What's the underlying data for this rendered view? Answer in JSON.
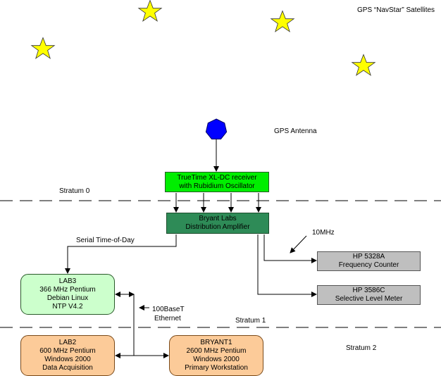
{
  "labels": {
    "satellites": "GPS “NavStar” Satellites",
    "antenna": "GPS Antenna",
    "stratum0": "Stratum 0",
    "stratum1": "Stratum 1",
    "stratum2": "Stratum 2",
    "serial_tod": "Serial Time-of-Day",
    "tenmhz": "10MHz",
    "ethernet_line1": "100BaseT",
    "ethernet_line2": "Ethernet"
  },
  "nodes": {
    "truetime": {
      "line1": "TrueTime XL-DC receiver",
      "line2": "with Rubidium Oscillator"
    },
    "distribution": {
      "line1": "Bryant Labs",
      "line2": "Distribution Amplifier"
    },
    "hp5328a": {
      "line1": "HP 5328A",
      "line2": "Frequency Counter"
    },
    "hp3586c": {
      "line1": "HP 3586C",
      "line2": "Selective Level Meter"
    },
    "lab3": {
      "line1": "LAB3",
      "line2": "366 MHz Pentium",
      "line3": "Debian Linux",
      "line4": "NTP V4.2"
    },
    "lab2": {
      "line1": "LAB2",
      "line2": "600 MHz Pentium",
      "line3": "Windows 2000",
      "line4": "Data Acquisition"
    },
    "bryant1": {
      "line1": "BRYANT1",
      "line2": "2600 MHz Pentium",
      "line3": "Windows 2000",
      "line4": "Primary Workstation"
    }
  },
  "colors": {
    "star": "#ffff00",
    "antenna": "#0000ff",
    "receiver": "#00ee00",
    "distribution": "#2e8b57",
    "instrument": "#bfbfbf",
    "lab3": "#ccffcc",
    "workstation": "#fccb99"
  }
}
